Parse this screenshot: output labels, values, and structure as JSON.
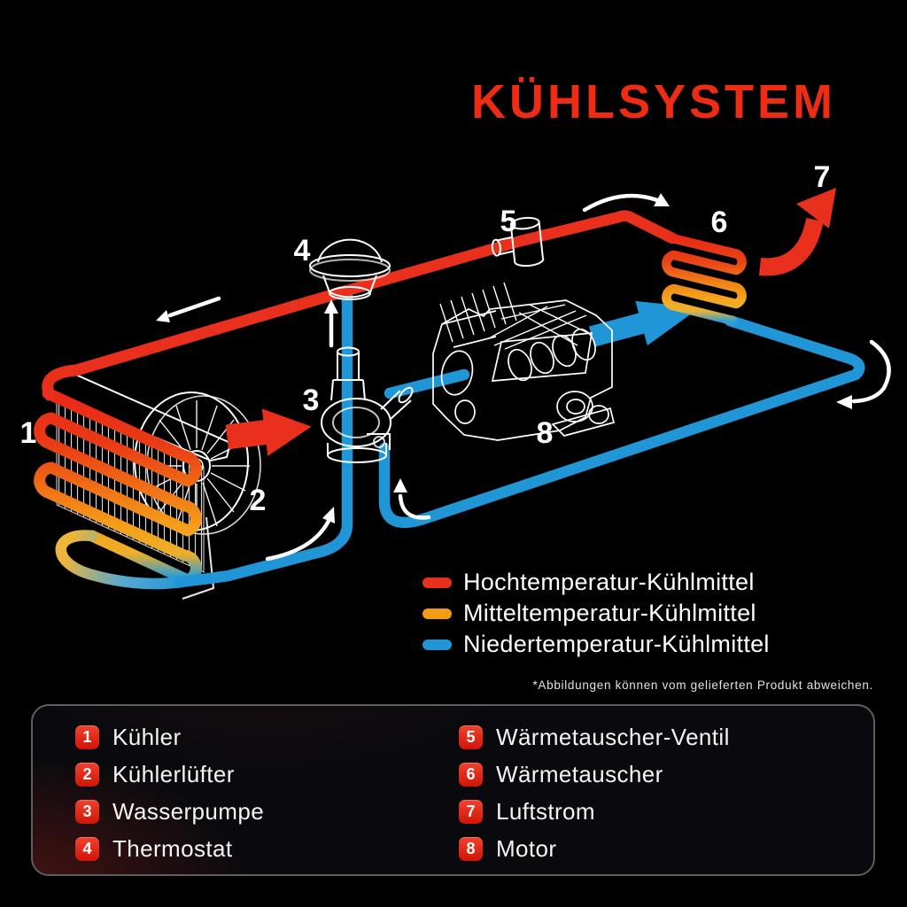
{
  "title": "KÜHLSYSTEM",
  "colors": {
    "hot": "#e8301c",
    "mid": "#f59c15",
    "cold": "#2196d6",
    "title_red": "#ee2b13",
    "badge_red": "#e0261a"
  },
  "legend": {
    "items": [
      {
        "label": "Hochtemperatur-Kühlmittel",
        "color": "#e8301c"
      },
      {
        "label": "Mitteltemperatur-Kühlmittel",
        "color": "#f59c15"
      },
      {
        "label": "Niedertemperatur-Kühlmittel",
        "color": "#2196d6"
      }
    ],
    "disclaimer": "*Abbildungen können vom gelieferten Produkt abweichen."
  },
  "diagram": {
    "markers": [
      "1",
      "2",
      "3",
      "4",
      "5",
      "6",
      "7",
      "8"
    ]
  },
  "parts": [
    {
      "num": "1",
      "label": "Kühler"
    },
    {
      "num": "2",
      "label": "Kühlerlüfter"
    },
    {
      "num": "3",
      "label": "Wasserpumpe"
    },
    {
      "num": "4",
      "label": "Thermostat"
    },
    {
      "num": "5",
      "label": "Wärmetauscher-Ventil"
    },
    {
      "num": "6",
      "label": "Wärmetauscher"
    },
    {
      "num": "7",
      "label": "Luftstrom"
    },
    {
      "num": "8",
      "label": "Motor"
    }
  ]
}
